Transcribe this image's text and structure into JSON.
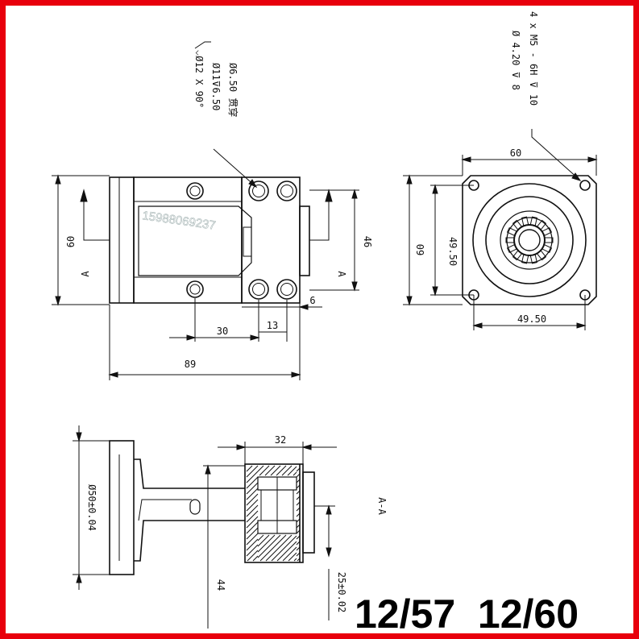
{
  "colors": {
    "border": "#e8000c",
    "line": "#111111"
  },
  "front_view": {
    "dim_width": "89",
    "dim_height": "60",
    "dim_inner_height": "46",
    "dim_hole_spacing": "30",
    "dim_offset": "13",
    "dim_thickness": "6",
    "section_label_left": "A",
    "section_label_right": "A",
    "hole_note": [
      "Ø6.50 贯穿",
      "Ø11⊽6.50",
      "⌵Ø12 X 90°"
    ],
    "watermark": "15988069237"
  },
  "end_view": {
    "dim_width": "60",
    "dim_height": "60",
    "dim_bolt_height": "49.50",
    "dim_bolt_width": "49.50",
    "thread_note": [
      "4 x M5 - 6H ⊽ 10",
      "Ø 4.20 ⊽ 8"
    ]
  },
  "section_view": {
    "dim_diameter": "Ø50±0.04",
    "dim_length": "32",
    "dim_shaft": "44",
    "dim_bore": "25±0.02",
    "section_title": "A-A"
  },
  "model_label": "12/57  12/60"
}
